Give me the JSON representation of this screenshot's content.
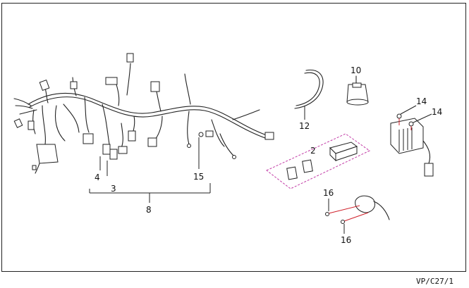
{
  "diagram": {
    "reference_code": "VP/C27/1",
    "callouts": [
      {
        "id": "c2",
        "label": "2"
      },
      {
        "id": "c3",
        "label": "3"
      },
      {
        "id": "c4",
        "label": "4"
      },
      {
        "id": "c8",
        "label": "8"
      },
      {
        "id": "c10",
        "label": "10"
      },
      {
        "id": "c12",
        "label": "12"
      },
      {
        "id": "c14a",
        "label": "14"
      },
      {
        "id": "c14b",
        "label": "14"
      },
      {
        "id": "c15",
        "label": "15"
      },
      {
        "id": "c16a",
        "label": "16"
      },
      {
        "id": "c16b",
        "label": "16"
      }
    ],
    "colors": {
      "frame": "#222222",
      "group_outline": "#c23aa6",
      "screw_line": "#d0202a"
    }
  }
}
